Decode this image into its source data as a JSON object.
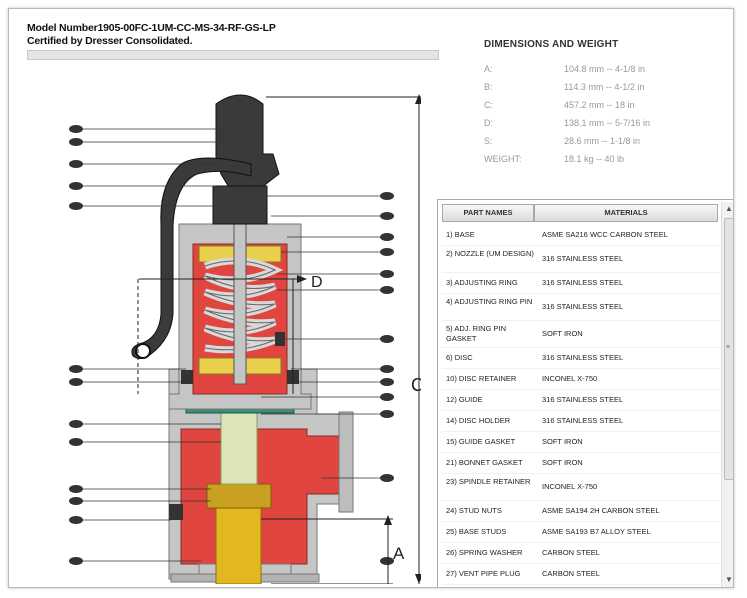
{
  "header": {
    "model_line": "Model Number1905-00FC-1UM-CC-MS-34-RF-GS-LP",
    "certified_line": "Certified by Dresser Consolidated."
  },
  "dimensions": {
    "title": "DIMENSIONS   AND WEIGHT",
    "rows": [
      {
        "key": "A:",
        "value": "104.8 mm -- 4-1/8 in"
      },
      {
        "key": "B:",
        "value": "114.3 mm -- 4-1/2 in"
      },
      {
        "key": "C:",
        "value": "457.2 mm -- 18 in"
      },
      {
        "key": "D:",
        "value": "138.1 mm -- 5-7/16 in"
      },
      {
        "key": "S:",
        "value": "28.6 mm -- 1-1/8 in"
      },
      {
        "key": "WEIGHT:",
        "value": "18.1 kg -- 40 lb"
      }
    ]
  },
  "diagram": {
    "dim_labels": {
      "c": "C",
      "d": "D",
      "a": "A"
    }
  },
  "parts_table": {
    "headers": [
      "PART NAMES",
      "MATERIALS"
    ],
    "rows": [
      {
        "part": "1) BASE",
        "material": "ASME SA216 WCC CARBON STEEL"
      },
      {
        "part": "2) NOZZLE (UM DESIGN)",
        "material": "316 STAINLESS STEEL"
      },
      {
        "part": "3) ADJUSTING RING",
        "material": "316 STAINLESS STEEL"
      },
      {
        "part": "4) ADJUSTING RING PIN",
        "material": "316 STAINLESS STEEL"
      },
      {
        "part": "5) ADJ. RING PIN GASKET",
        "material": "SOFT IRON"
      },
      {
        "part": "6) DISC",
        "material": "316 STAINLESS STEEL"
      },
      {
        "part": "10) DISC RETAINER",
        "material": "INCONEL X-750"
      },
      {
        "part": "12) GUIDE",
        "material": "316 STAINLESS STEEL"
      },
      {
        "part": "14) DISC HOLDER",
        "material": "316 STAINLESS STEEL"
      },
      {
        "part": "15) GUIDE GASKET",
        "material": "SOFT IRON"
      },
      {
        "part": "21) BONNET GASKET",
        "material": "SOFT IRON"
      },
      {
        "part": "23) SPINDLE RETAINER",
        "material": "INCONEL X-750"
      },
      {
        "part": "24) STUD NUTS",
        "material": "ASME SA194 2H CARBON STEEL"
      },
      {
        "part": "25) BASE STUDS",
        "material": "ASME SA193 B7 ALLOY STEEL"
      },
      {
        "part": "26) SPRING WASHER",
        "material": "CARBON STEEL"
      },
      {
        "part": "27) VENT PIPE PLUG",
        "material": "CARBON STEEL"
      }
    ]
  },
  "colors": {
    "body_red": "#e0453f",
    "body_gray": "#c5c5c5",
    "spring_yellow": "#e8cf4c",
    "nozzle_yellow": "#e2b820",
    "guide_green": "#3a8f7a",
    "dark": "#333333"
  }
}
